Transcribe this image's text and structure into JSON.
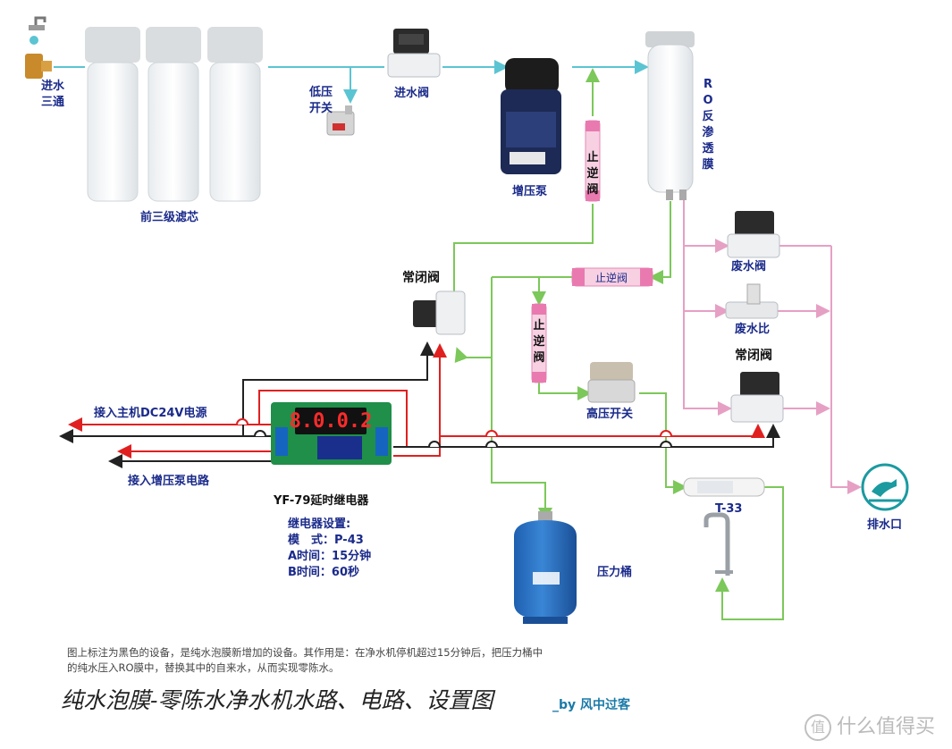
{
  "labels": {
    "tee": "进水三通",
    "prefilter": "前三级滤芯",
    "low_pressure": "低压开关",
    "inlet_valve": "进水阀",
    "booster_pump": "增压泵",
    "check_valve_top": "止逆阀",
    "ro_membrane": "RO反渗透膜",
    "nc_valve_left": "常闭阀",
    "check_valve_mid": "止逆阀",
    "check_valve_vert": "止逆阀",
    "waste_valve": "废水阀",
    "waste_ratio": "废水比",
    "nc_valve_right": "常闭阀",
    "high_pressure": "高压开关",
    "host_power": "接入主机DC24V电源",
    "pump_circuit": "接入增压泵电路",
    "relay": "YF-79延时继电器",
    "t33": "T-33",
    "tank": "压力桶",
    "drain": "排水口"
  },
  "relay_display": "8.0.0.2",
  "settings": {
    "title": "继电器设置:",
    "mode": "模　式：P-43",
    "a_time": "A时间：15分钟",
    "b_time": "B时间：60秒"
  },
  "note": "图上标注为黑色的设备，是纯水泡膜新增加的设备。其作用是：在净水机停机超过15分钟后，把压力桶中的纯水压入RO膜中，替换其中的自来水，从而实现零陈水。",
  "title": "纯水泡膜-零陈水净水机水路、电路、设置图",
  "byline": "_by  风中过客",
  "watermark": "什么值得买",
  "colors": {
    "raw_water": "#5bc4d2",
    "pure_water": "#7cc85a",
    "waste_water": "#e6a0c4",
    "power_red": "#e02020",
    "power_black": "#222222",
    "label_blue": "#1a2a8a"
  }
}
